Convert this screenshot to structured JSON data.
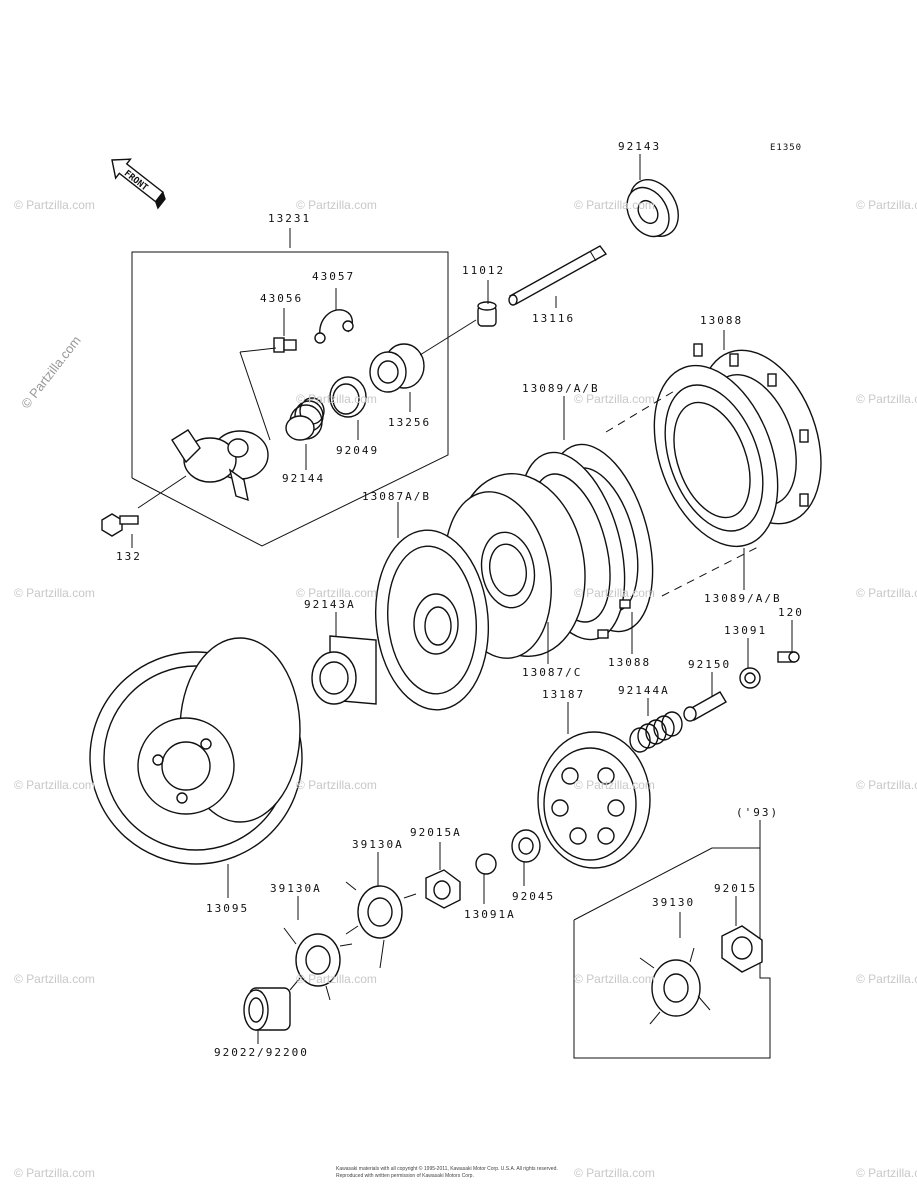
{
  "diagram_code": "E1350",
  "front_label": "FRONT",
  "watermark": "© Partzilla.com",
  "copyright_lines": [
    "Kawasaki materials with all copyright © 1995-2011, Kawasaki Motor Corp. U.S.A. All rights reserved.",
    "Reproduced with written permission of Kawasaki Motors Corp."
  ],
  "variant_note": "('93)",
  "parts": {
    "p13231": "13231",
    "p43057": "43057",
    "p43056": "43056",
    "p11012": "11012",
    "p92143": "92143",
    "p13116": "13116",
    "p13088_top": "13088",
    "p13089_top": "13089/A/B",
    "p13256": "13256",
    "p92049": "92049",
    "p92144": "92144",
    "p13087ab": "13087A/B",
    "p132": "132",
    "p92143a": "92143A",
    "p13089_bot": "13089/A/B",
    "p120": "120",
    "p13091": "13091",
    "p13088_bot": "13088",
    "p13087c": "13087/C",
    "p92150": "92150",
    "p92144a": "92144A",
    "p13187": "13187",
    "p39130a_1": "39130A",
    "p92015a": "92015A",
    "p13095": "13095",
    "p39130a_2": "39130A",
    "p92045": "92045",
    "p13091a": "13091A",
    "p39130": "39130",
    "p92015": "92015",
    "p92022": "92022/92200"
  }
}
